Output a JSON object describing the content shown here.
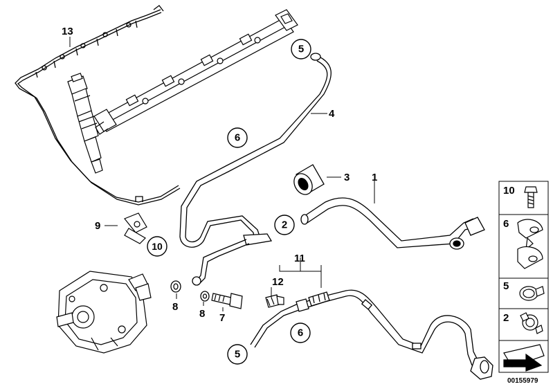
{
  "diagram": {
    "reference_number": "00155979",
    "callouts": {
      "c13": "13",
      "c5_top": "5",
      "c4": "4",
      "c6_mid": "6",
      "c3": "3",
      "c1": "1",
      "c2": "2",
      "c9": "9",
      "c10": "10",
      "c11": "11",
      "c12": "12",
      "c8_left": "8",
      "c8_right": "8",
      "c7": "7",
      "c6_bottom": "6",
      "c5_bottom": "5"
    },
    "legend": {
      "items": [
        {
          "number": "10",
          "part": "bolt-icon"
        },
        {
          "number": "6",
          "part": "cable-clip-icon"
        },
        {
          "number": "5",
          "part": "hose-clamp-icon"
        },
        {
          "number": "2",
          "part": "spring-clamp-icon"
        },
        {
          "number": "",
          "part": "gasket-arrow-icon"
        }
      ]
    }
  }
}
